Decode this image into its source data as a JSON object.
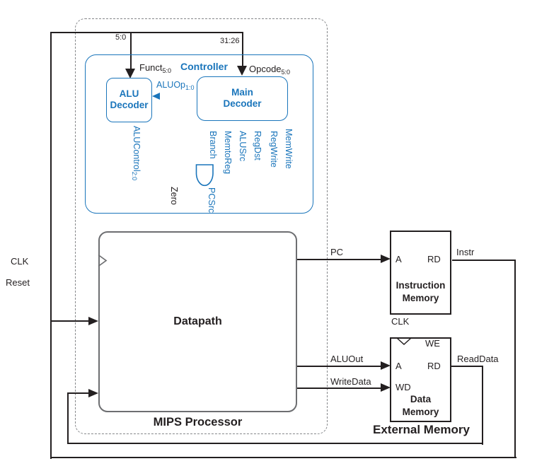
{
  "colors": {
    "blue": "#1a75bb",
    "black": "#231f20",
    "gray": "#6d6e71"
  },
  "bus": {
    "funct_bits": "5:0",
    "opcode_bits": "31:26"
  },
  "controller": {
    "title": "Controller",
    "alu_decoder": {
      "line1": "ALU",
      "line2": "Decoder"
    },
    "main_decoder": {
      "line1": "Main",
      "line2": "Decoder"
    },
    "funct": {
      "text": "Funct",
      "sub": "5:0"
    },
    "opcode": {
      "text": "Opcode",
      "sub": "5:0"
    },
    "aluop": {
      "text": "ALUOp",
      "sub": "1:0"
    },
    "alucontrol": {
      "text": "ALUControl",
      "sub": "2:0"
    },
    "branch": "Branch",
    "memtoreg": "MemtoReg",
    "alusrc": "ALUSrc",
    "regdst": "RegDst",
    "regwrite": "RegWrite",
    "memwrite": "MemWrite",
    "pcsrc": "PCSrc",
    "zero": "Zero"
  },
  "processor": {
    "label": "MIPS Processor",
    "datapath_label": "Datapath",
    "clk": "CLK",
    "reset": "Reset",
    "pc": "PC",
    "aluout": "ALUOut",
    "writedata": "WriteData"
  },
  "external_memory": {
    "label": "External Memory",
    "instruction_memory": {
      "line1": "Instruction",
      "line2": "Memory",
      "port_a": "A",
      "port_rd": "RD",
      "out": "Instr"
    },
    "data_memory": {
      "clk": "CLK",
      "line1": "Data",
      "line2": "Memory",
      "port_we": "WE",
      "port_a": "A",
      "port_rd": "RD",
      "port_wd": "WD",
      "out": "ReadData"
    }
  }
}
